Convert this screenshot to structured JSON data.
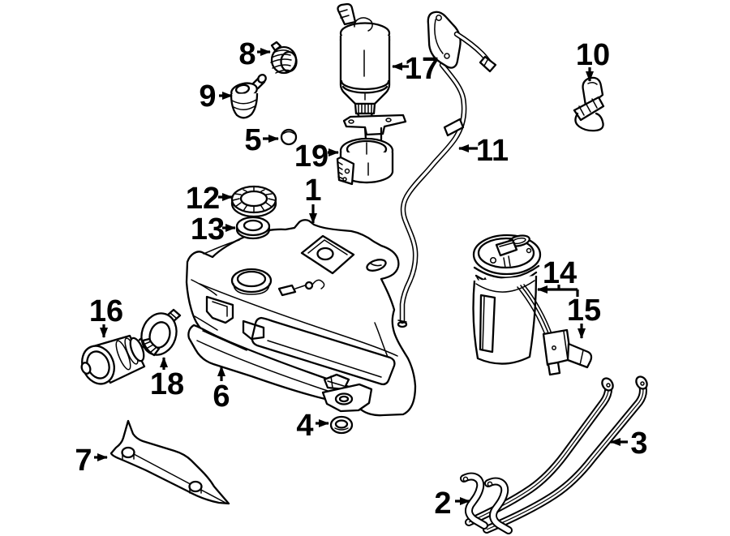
{
  "diagram": {
    "background_color": "#ffffff",
    "line_color": "#000000",
    "callouts": [
      {
        "number": "1"
      },
      {
        "number": "2"
      },
      {
        "number": "3"
      },
      {
        "number": "4"
      },
      {
        "number": "5"
      },
      {
        "number": "6"
      },
      {
        "number": "7"
      },
      {
        "number": "8"
      },
      {
        "number": "9"
      },
      {
        "number": "10"
      },
      {
        "number": "11"
      },
      {
        "number": "12"
      },
      {
        "number": "13"
      },
      {
        "number": "14"
      },
      {
        "number": "15"
      },
      {
        "number": "16"
      },
      {
        "number": "17"
      },
      {
        "number": "18"
      },
      {
        "number": "19"
      }
    ]
  }
}
